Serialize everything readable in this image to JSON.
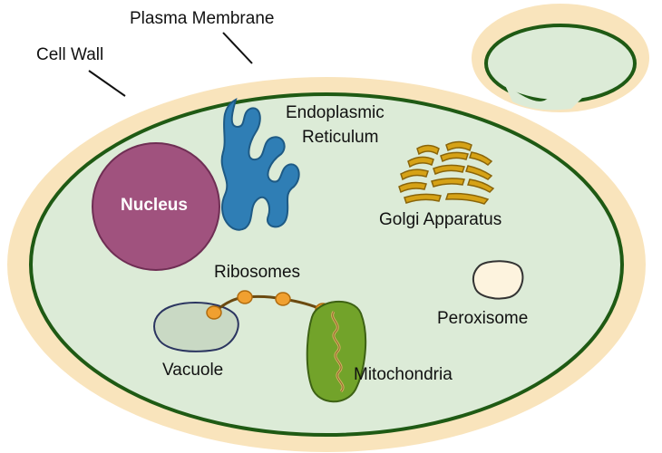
{
  "labels": {
    "plasma_membrane": "Plasma Membrane",
    "cell_wall": "Cell Wall",
    "er_line1": "Endoplasmic",
    "er_line2": "Reticulum",
    "nucleus": "Nucleus",
    "golgi": "Golgi Apparatus",
    "ribosomes": "Ribosomes",
    "peroxisome": "Peroxisome",
    "vacuole": "Vacuole",
    "mitochondria": "Mitochondria"
  },
  "colors": {
    "cell_wall": "#f9e4bc",
    "membrane": "#1f5a14",
    "cytoplasm": "#dcebd7",
    "nucleus": "#a0527e",
    "er": "#2f7eb5",
    "golgi": "#d6a216",
    "ribosome": "#f0a030",
    "vacuole": "#c9d9c4",
    "mitochondria": "#72a32a",
    "peroxisome": "#fdf3de"
  }
}
